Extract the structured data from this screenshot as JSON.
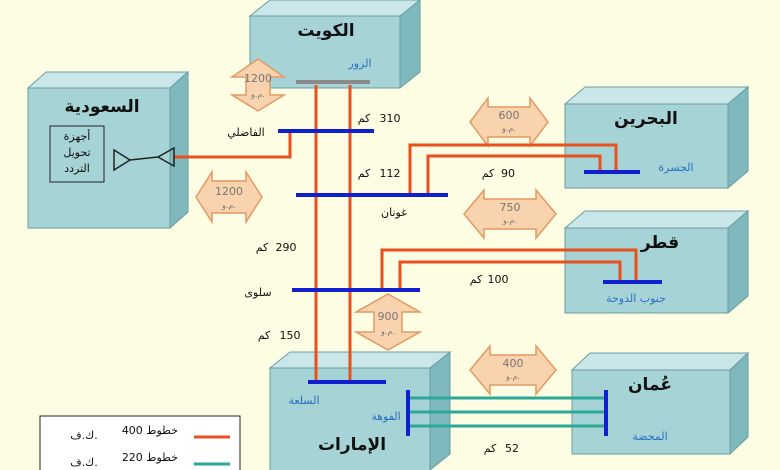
{
  "countries": {
    "kuwait": "الكويت",
    "saudi": "السعودية",
    "bahrain": "البحرين",
    "qatar": "قطر",
    "uae": "الإمارات",
    "oman": "عُمان"
  },
  "stations": {
    "zour": "الزور",
    "fadhili": "الفاضلي",
    "ghunan": "غونان",
    "salwa": "سلوى",
    "jasra": "الجسرة",
    "doha_south": "جنوب الدوحة",
    "silaa": "السلعة",
    "fouha": "الفوهة",
    "mahdha": "المحضة"
  },
  "saudi_box_label_lines": [
    "أجهزة",
    "تحويل",
    "التردد"
  ],
  "distances": {
    "d310": "310",
    "d112": "112",
    "d90": "90",
    "d290": "290",
    "d100": "100",
    "d150": "150",
    "d52": "52",
    "unit": "كم"
  },
  "capacities": {
    "kuwait_1200": "1200",
    "saudi_1200": "1200",
    "bahrain_600": "600",
    "qatar_750": "750",
    "uae_900": "900",
    "oman_400": "400",
    "unit": "م.و."
  },
  "legend": {
    "line_400_label": "خطوط 400",
    "line_400_unit": "ك.ف.",
    "line_220_label": "خطوط 220",
    "line_220_unit": "ك.ف."
  },
  "colors": {
    "line_400": "#e8501e",
    "line_220": "#2aa898",
    "busbar": "#1020d0",
    "box_front": "#a6d3d6",
    "box_top": "#c9e7e8",
    "box_side": "#7fb8bd",
    "arrow_fill": "#f9d2ae",
    "arrow_stroke": "#e39a63"
  }
}
